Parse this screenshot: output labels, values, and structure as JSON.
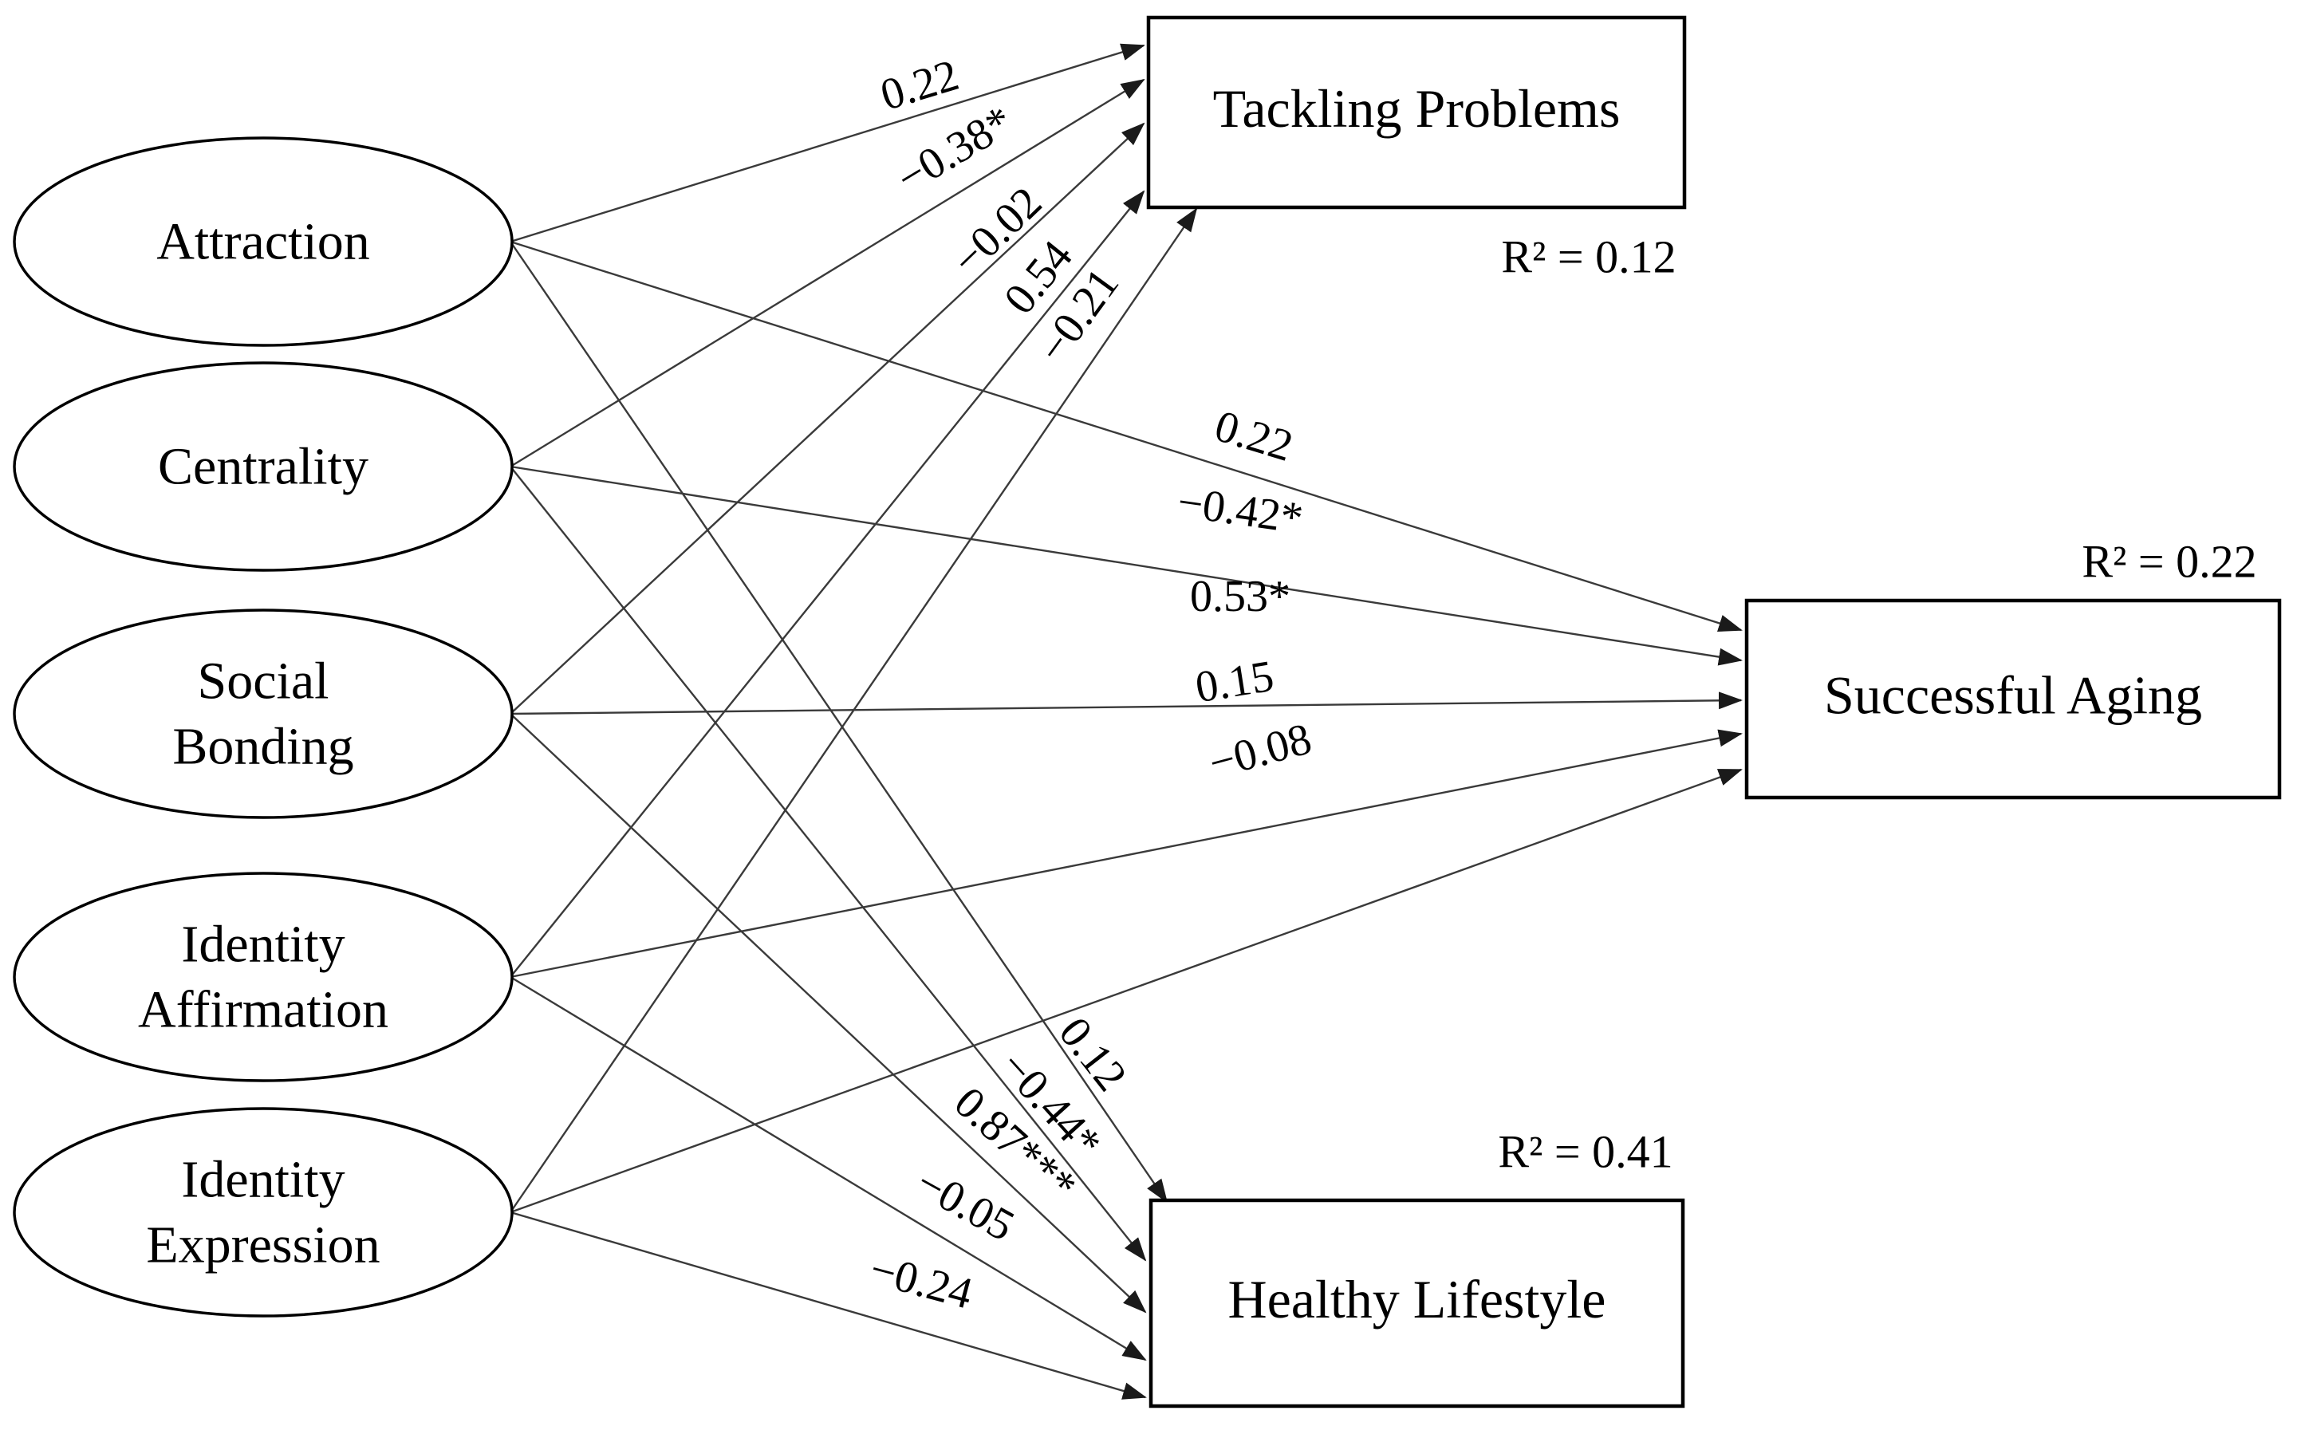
{
  "figure": {
    "type": "sem-path-diagram",
    "colors": {
      "ink": "#000000",
      "line": "#3a3a3a",
      "background": "#ffffff"
    },
    "predictors": [
      {
        "id": "attraction",
        "label": "Attraction",
        "lines": [
          "Attraction"
        ]
      },
      {
        "id": "centrality",
        "label": "Centrality",
        "lines": [
          "Centrality"
        ]
      },
      {
        "id": "social-bonding",
        "label": "Social Bonding",
        "lines": [
          "Social",
          "Bonding"
        ]
      },
      {
        "id": "identity-affirmation",
        "label": "Identity Affirmation",
        "lines": [
          "Identity",
          "Affirmation"
        ]
      },
      {
        "id": "identity-expression",
        "label": "Identity Expression",
        "lines": [
          "Identity",
          "Expression"
        ]
      }
    ],
    "outcomes": [
      {
        "id": "tackling-problems",
        "label": "Tackling Problems",
        "r_squared": "R² = 0.12"
      },
      {
        "id": "successful-aging",
        "label": "Successful Aging",
        "r_squared": "R² = 0.22"
      },
      {
        "id": "healthy-lifestyle",
        "label": "Healthy Lifestyle",
        "r_squared": "R² = 0.41"
      }
    ],
    "paths": [
      {
        "from": "attraction",
        "to": "tackling-problems",
        "coefficient": "0.22"
      },
      {
        "from": "centrality",
        "to": "tackling-problems",
        "coefficient": "−0.38*"
      },
      {
        "from": "social-bonding",
        "to": "tackling-problems",
        "coefficient": "−0.02"
      },
      {
        "from": "identity-affirmation",
        "to": "tackling-problems",
        "coefficient": "0.54"
      },
      {
        "from": "identity-expression",
        "to": "tackling-problems",
        "coefficient": "−0.21"
      },
      {
        "from": "attraction",
        "to": "successful-aging",
        "coefficient": "0.22"
      },
      {
        "from": "centrality",
        "to": "successful-aging",
        "coefficient": "−0.42*"
      },
      {
        "from": "social-bonding",
        "to": "successful-aging",
        "coefficient": "0.53*"
      },
      {
        "from": "identity-affirmation",
        "to": "successful-aging",
        "coefficient": "0.15"
      },
      {
        "from": "identity-expression",
        "to": "successful-aging",
        "coefficient": "−0.08"
      },
      {
        "from": "attraction",
        "to": "healthy-lifestyle",
        "coefficient": "0.12"
      },
      {
        "from": "centrality",
        "to": "healthy-lifestyle",
        "coefficient": "−0.44*"
      },
      {
        "from": "social-bonding",
        "to": "healthy-lifestyle",
        "coefficient": "0.87***"
      },
      {
        "from": "identity-affirmation",
        "to": "healthy-lifestyle",
        "coefficient": "−0.05"
      },
      {
        "from": "identity-expression",
        "to": "healthy-lifestyle",
        "coefficient": "−0.24"
      }
    ]
  }
}
